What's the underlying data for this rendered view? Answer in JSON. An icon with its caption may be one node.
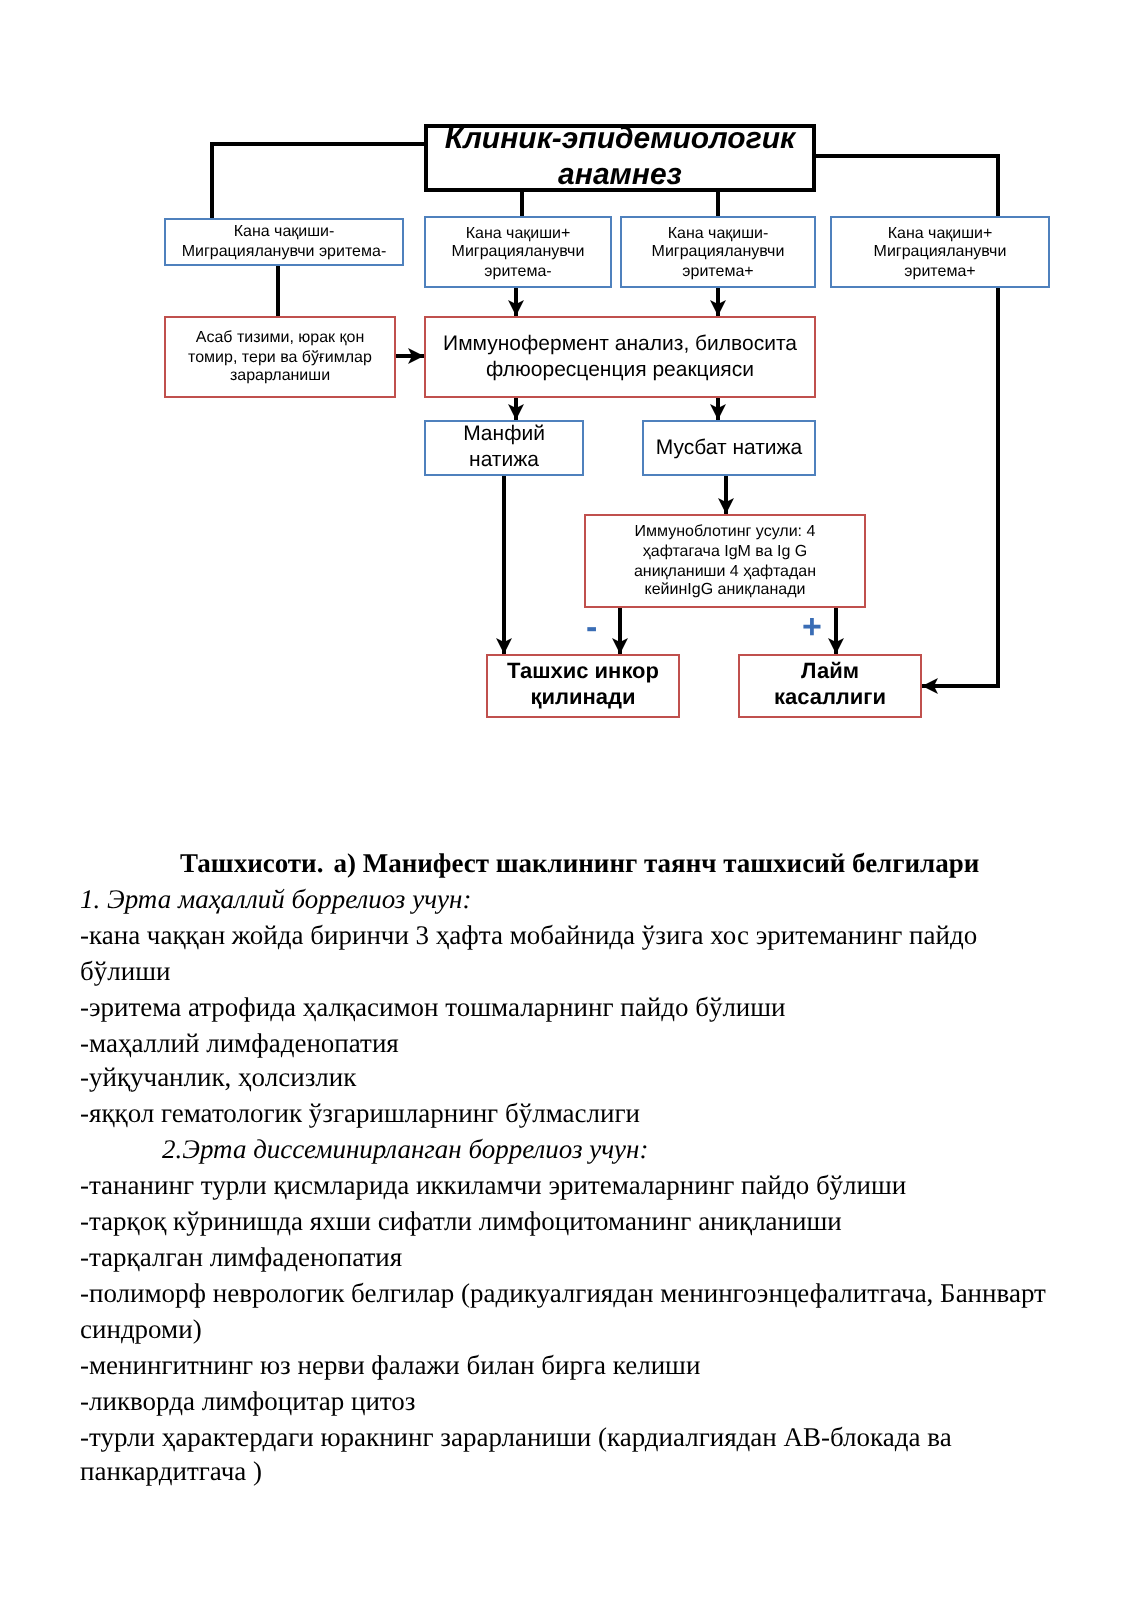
{
  "diagram": {
    "nodes": [
      {
        "text": [
          "Клиник-эпидемиологик анамнез"
        ]
      },
      {
        "text": [
          "Кана чақиши- Миграцияланувчи эритема-"
        ]
      },
      {
        "text": [
          "Кана чақиши+ Миграцияланувчи эритема-"
        ]
      },
      {
        "text": [
          "Кана чақиши- Миграцияланувчи эритема+"
        ]
      },
      {
        "text": [
          "Кана чақиши+ Миграцияланувчи эритема+"
        ]
      },
      {
        "text": [
          "Асаб тизими, юрак қон томир, тери ва бўғимлар зарарланиши"
        ]
      },
      {
        "text": [
          "Иммунофермент анализ, билвосита флюоресценция реакцияси"
        ]
      },
      {
        "text": [
          "Манфий натижа"
        ]
      },
      {
        "text": [
          "Мусбат натижа"
        ]
      },
      {
        "text": [
          "Иммуноблотинг усули: 4 ҳафтагача IgM ва Ig G аниқланиши 4 ҳафтадан кейинIgG аниқланади"
        ]
      },
      {
        "text": [
          "Ташхис инкор қилинади"
        ]
      },
      {
        "text": [
          "Лайм касаллиги"
        ]
      }
    ],
    "edges": [
      {
        "from": 0,
        "to": 1,
        "arrow": "none"
      },
      {
        "from": 0,
        "to": 2,
        "arrow": "none"
      },
      {
        "from": 0,
        "to": 3,
        "arrow": "none"
      },
      {
        "from": 0,
        "to": 4,
        "arrow": "none"
      },
      {
        "from": 1,
        "to": 5,
        "arrow": "none"
      },
      {
        "from": 5,
        "to": 6,
        "arrow": "to"
      },
      {
        "from": 2,
        "to": 6,
        "arrow": "to"
      },
      {
        "from": 3,
        "to": 6,
        "arrow": "to"
      },
      {
        "from": 6,
        "to": 7,
        "arrow": "to"
      },
      {
        "from": 6,
        "to": 8,
        "arrow": "to"
      },
      {
        "from": 7,
        "to": 10,
        "arrow": "to"
      },
      {
        "from": 8,
        "to": 9,
        "arrow": "to"
      },
      {
        "from": 9,
        "to": 10,
        "arrow": "to",
        "label": "-"
      },
      {
        "from": 9,
        "to": 11,
        "arrow": "to",
        "label": "+"
      },
      {
        "from": 4,
        "to": 11,
        "arrow": "to"
      }
    ],
    "labels": [
      "Ташхисоти.",
      "а) Манифест шаклининг таянч ташхисий белгилари",
      "1. Эрта маҳаллий боррелиоз учун:",
      "-кана чаққан жойда биринчи 3 ҳафта мобайнида ўзига хос эритеманинг пайдо бўлиши",
      "-эритема атрофида ҳалқасимон тошмаларнинг пайдо бўлиши",
      "-маҳаллий лимфаденопатия",
      "-уйқучанлик, ҳолсизлик",
      "-яққол гематологик ўзгаришларнинг бўлмаслиги",
      "2.Эрта диссеминирланган боррелиоз учун:",
      "-тананинг турли қисмларида иккиламчи эритемаларнинг пайдо бўлиши",
      "-тарқоқ кўринишда яхши сифатли лимфоцитоманинг аниқланиши",
      "-тарқалган лимфаденопатия",
      "-полиморф неврологик белгилар (радикуалгиядан менингоэнцефалитгача, Баннварт синдроми)",
      "-менингитнинг юз нерви фалажи билан бирга келиши",
      "-ликворда лимфоцитар цитоз",
      "-турли ҳарактердаги юракнинг зарарланиши (кардиалгиядан АВ-блокада ва панкардитгача )"
    ]
  }
}
